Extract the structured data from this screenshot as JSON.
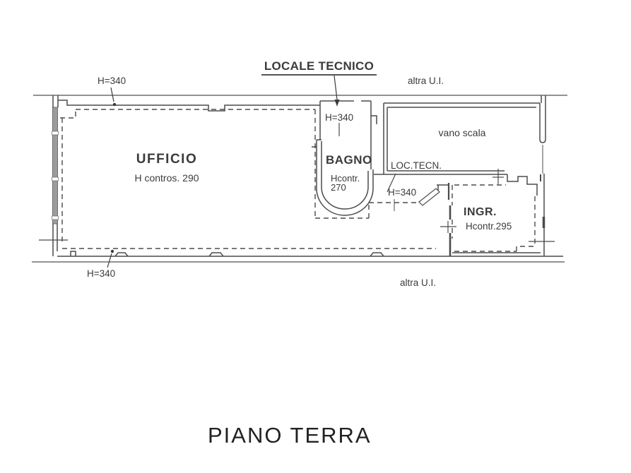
{
  "plan": {
    "title": "PIANO TERRA",
    "annotations": {
      "locale_tecnico_title": "LOCALE TECNICO",
      "altra_ui_top": "altra U.I.",
      "altra_ui_bottom": "altra U.I.",
      "h340_top_left": "H=340",
      "h340_locale_tecnico": "H=340",
      "h340_middle": "H=340",
      "h340_bottom_left": "H=340"
    },
    "rooms": {
      "ufficio": {
        "label": "UFFICIO",
        "height_note": "H contros. 290"
      },
      "bagno": {
        "label": "BAGNO",
        "height_note_line1": "Hcontr.",
        "height_note_line2": "270"
      },
      "vano_scala": {
        "label": "vano scala"
      },
      "loc_tecn": {
        "label": "LOC.TECN."
      },
      "ingresso": {
        "label": "INGR.",
        "height_note": "Hcontr.295"
      }
    },
    "colors": {
      "wall_line": "#4b4b4b",
      "lot_line": "#6f6f6f",
      "text": "#3b3b3b",
      "curtain_wall_fill": "#9c9c9c",
      "background": "#ffffff"
    }
  }
}
